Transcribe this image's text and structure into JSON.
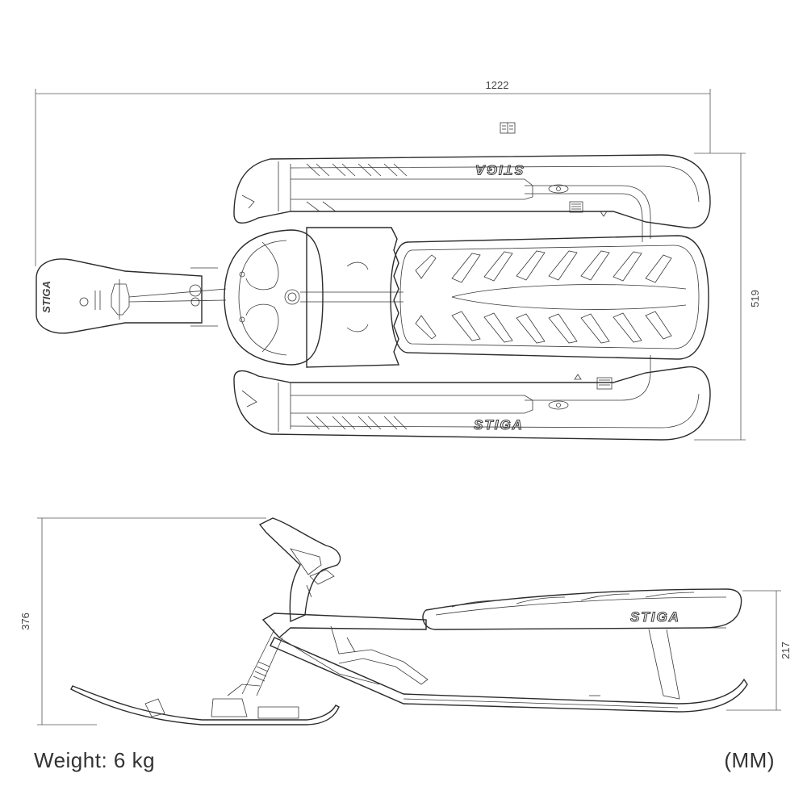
{
  "dimensions": {
    "length": "1222",
    "width": "519",
    "height_total": "376",
    "height_seat": "217"
  },
  "brand_text": "STIGA",
  "footer": {
    "weight_label": "Weight: 6 kg",
    "unit_label": "(MM)"
  }
}
